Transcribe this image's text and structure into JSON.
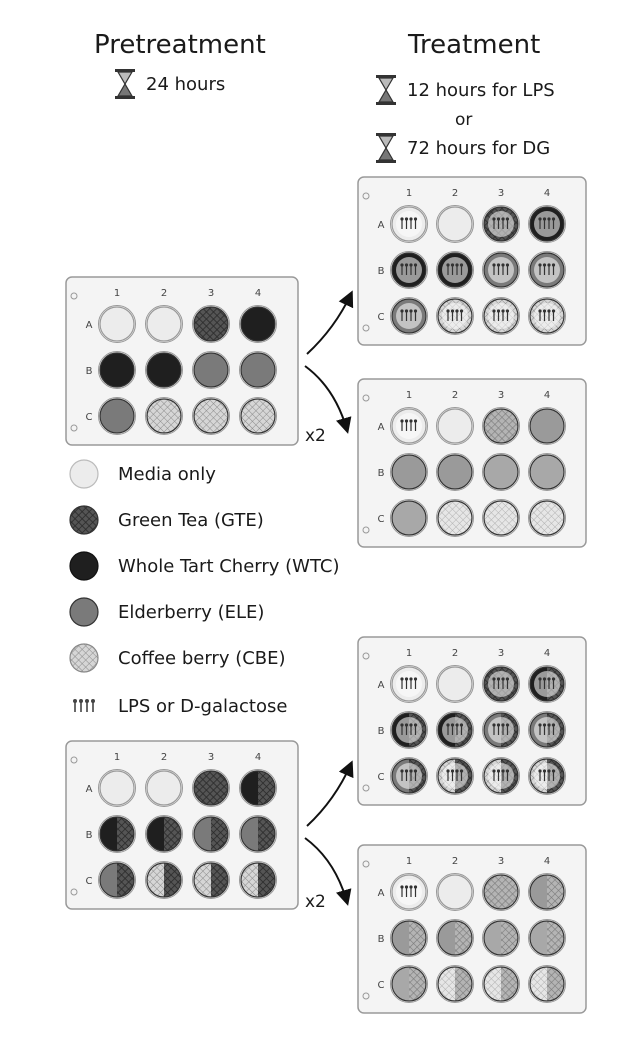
{
  "headers": {
    "pretreatment": "Pretreatment",
    "treatment": "Treatment"
  },
  "times": {
    "pre": "24 hours",
    "lps": "12 hours for LPS",
    "or": "or",
    "dg": "72 hours for DG"
  },
  "multiplier": "x2",
  "legend": [
    {
      "key": "media",
      "label": "Media only"
    },
    {
      "key": "gte",
      "label": "Green Tea (GTE)"
    },
    {
      "key": "wtc",
      "label": "Whole Tart Cherry (WTC)"
    },
    {
      "key": "ele",
      "label": "Elderberry (ELE)"
    },
    {
      "key": "cbe",
      "label": "Coffee berry (CBE)"
    },
    {
      "key": "lps",
      "label": "LPS or D-galactose"
    }
  ],
  "plate_labels": {
    "columns": [
      "1",
      "2",
      "3",
      "4"
    ],
    "rows": [
      "A",
      "B",
      "C"
    ]
  },
  "plates": [
    {
      "id": "pre-single",
      "wells": [
        [
          "media",
          "media",
          "gte",
          "wtc"
        ],
        [
          "wtc",
          "wtc",
          "ele",
          "ele"
        ],
        [
          "ele",
          "cbe",
          "cbe",
          "cbe"
        ]
      ]
    },
    {
      "id": "treat-single-lps",
      "wells": [
        [
          "media+lps",
          "media",
          "gte+lps",
          "wtc+lps"
        ],
        [
          "wtc+lps",
          "wtc+lps",
          "ele+lps",
          "ele+lps"
        ],
        [
          "ele+lps",
          "cbe+lps",
          "cbe+lps",
          "cbe+lps"
        ]
      ]
    },
    {
      "id": "treat-single-ctrl",
      "wells": [
        [
          "media+lps",
          "media",
          "gte",
          "wtc"
        ],
        [
          "wtc",
          "wtc",
          "ele",
          "ele"
        ],
        [
          "ele",
          "cbe",
          "cbe",
          "cbe"
        ]
      ]
    },
    {
      "id": "pre-combo",
      "wells": [
        [
          "media",
          "media",
          "gte",
          "wtc|gte"
        ],
        [
          "wtc|gte",
          "wtc|gte",
          "ele|gte",
          "ele|gte"
        ],
        [
          "ele|gte",
          "cbe|gte",
          "cbe|gte",
          "cbe|gte"
        ]
      ]
    },
    {
      "id": "treat-combo-lps",
      "wells": [
        [
          "media+lps",
          "media",
          "gte+lps",
          "wtc|gte+lps"
        ],
        [
          "wtc|gte+lps",
          "wtc|gte+lps",
          "ele|gte+lps",
          "ele|gte+lps"
        ],
        [
          "ele|gte+lps",
          "cbe|gte+lps",
          "cbe|gte+lps",
          "cbe|gte+lps"
        ]
      ]
    },
    {
      "id": "treat-combo-ctrl",
      "wells": [
        [
          "media+lps",
          "media",
          "gte",
          "wtc|gte"
        ],
        [
          "wtc|gte",
          "wtc|gte",
          "ele|gte",
          "ele|gte"
        ],
        [
          "ele|gte",
          "cbe|gte",
          "cbe|gte",
          "cbe|gte"
        ]
      ]
    }
  ],
  "colors": {
    "media": "#ececec",
    "gte": "#5c5c5c",
    "wtc": "#1f1f1f",
    "ele": "#7a7a7a",
    "cbe": "#bdbdbd",
    "plate_bg": "#f4f4f4",
    "plate_border": "#9a9a9a"
  },
  "faded_colors": {
    "media": "#f0f0f0",
    "gte": "#b0b0b0",
    "wtc": "#9a9a9a",
    "ele": "#a8a8a8",
    "cbe": "#d8d8d8"
  }
}
